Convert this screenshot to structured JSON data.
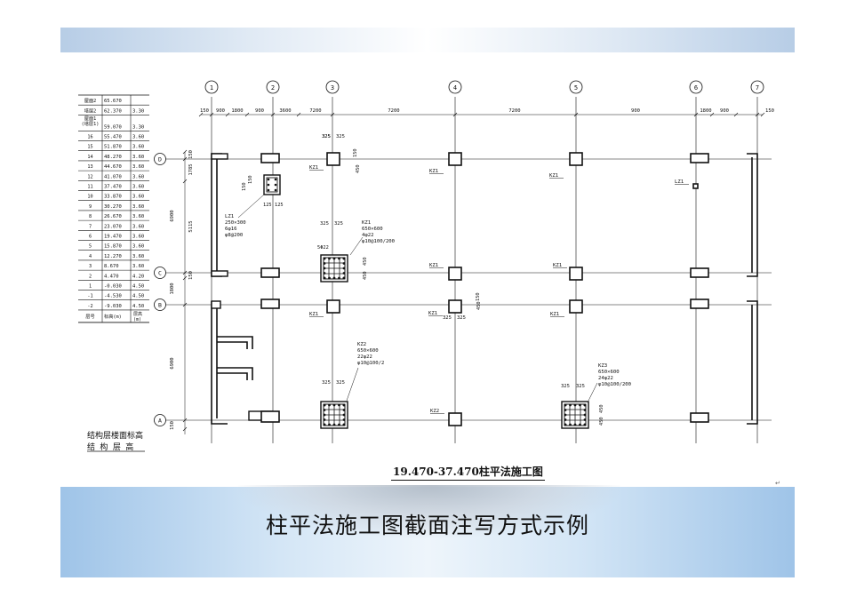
{
  "slide": {
    "title": "柱平法施工图截面注写方式示例",
    "page_mark": "↵"
  },
  "drawing": {
    "title": "19.470-37.470柱平法施工图",
    "axes_vertical": [
      "1",
      "2",
      "3",
      "4",
      "5",
      "6",
      "7"
    ],
    "axes_horizontal": [
      "D",
      "C",
      "B",
      "A"
    ],
    "top_dimensions": [
      "150",
      "900",
      "1800",
      "900",
      "3600",
      "7200",
      "7200",
      "7200",
      "900",
      "1800",
      "900",
      "150"
    ],
    "left_dimensions": [
      "150",
      "1785",
      "5115",
      "6900",
      "150",
      "1800",
      "6900",
      "150"
    ],
    "level_table": {
      "rows": [
        {
          "floor": "屋面2",
          "elev": "65.670",
          "h": ""
        },
        {
          "floor": "塔层2",
          "elev": "62.370",
          "h": "3.30"
        },
        {
          "floor": "屋面1\n(塔层1)",
          "elev": "59.070",
          "h": "3.30"
        },
        {
          "floor": "16",
          "elev": "55.470",
          "h": "3.60"
        },
        {
          "floor": "15",
          "elev": "51.870",
          "h": "3.60"
        },
        {
          "floor": "14",
          "elev": "48.270",
          "h": "3.60"
        },
        {
          "floor": "13",
          "elev": "44.670",
          "h": "3.60"
        },
        {
          "floor": "12",
          "elev": "41.070",
          "h": "3.60"
        },
        {
          "floor": "11",
          "elev": "37.470",
          "h": "3.60"
        },
        {
          "floor": "10",
          "elev": "33.870",
          "h": "3.60"
        },
        {
          "floor": "9",
          "elev": "30.270",
          "h": "3.60"
        },
        {
          "floor": "8",
          "elev": "26.670",
          "h": "3.60"
        },
        {
          "floor": "7",
          "elev": "23.070",
          "h": "3.60"
        },
        {
          "floor": "6",
          "elev": "19.470",
          "h": "3.60"
        },
        {
          "floor": "5",
          "elev": "15.870",
          "h": "3.60"
        },
        {
          "floor": "4",
          "elev": "12.270",
          "h": "3.60"
        },
        {
          "floor": "3",
          "elev": "8.670",
          "h": "3.60"
        },
        {
          "floor": "2",
          "elev": "4.470",
          "h": "4.20"
        },
        {
          "floor": "1",
          "elev": "-0.030",
          "h": "4.50"
        },
        {
          "floor": "-1",
          "elev": "-4.530",
          "h": "4.50"
        },
        {
          "floor": "-2",
          "elev": "-9.030",
          "h": "4.50"
        }
      ],
      "footer": {
        "floor": "层号",
        "elev": "标高(m)",
        "h": "层高\n(m)"
      },
      "legend_line1": "结构层楼面标高",
      "legend_line2": "结 构 层 高"
    },
    "notes": {
      "lz1": [
        "LZ1",
        "250×300",
        "6φ16",
        "φ8@200"
      ],
      "kz1": [
        "KZ1",
        "650×600",
        "4φ22",
        "φ10@100/200"
      ],
      "kz2": [
        "KZ2",
        "650×600",
        "22φ22",
        "φ10@100/2"
      ],
      "kz3": [
        "KZ3",
        "650×600",
        "24φ22",
        "φ10@100/200"
      ],
      "dims_325": "325",
      "dim_150": "150",
      "dim_125": "125",
      "dim_450": "450",
      "dim_5022": "5Φ22",
      "dim_4022": "4Φ22"
    },
    "labels": {
      "kz1": "KZ1",
      "kz2": "KZ2",
      "lz1": "LZ1"
    }
  },
  "colors": {
    "line": "#111111",
    "table_line": "#222222"
  }
}
